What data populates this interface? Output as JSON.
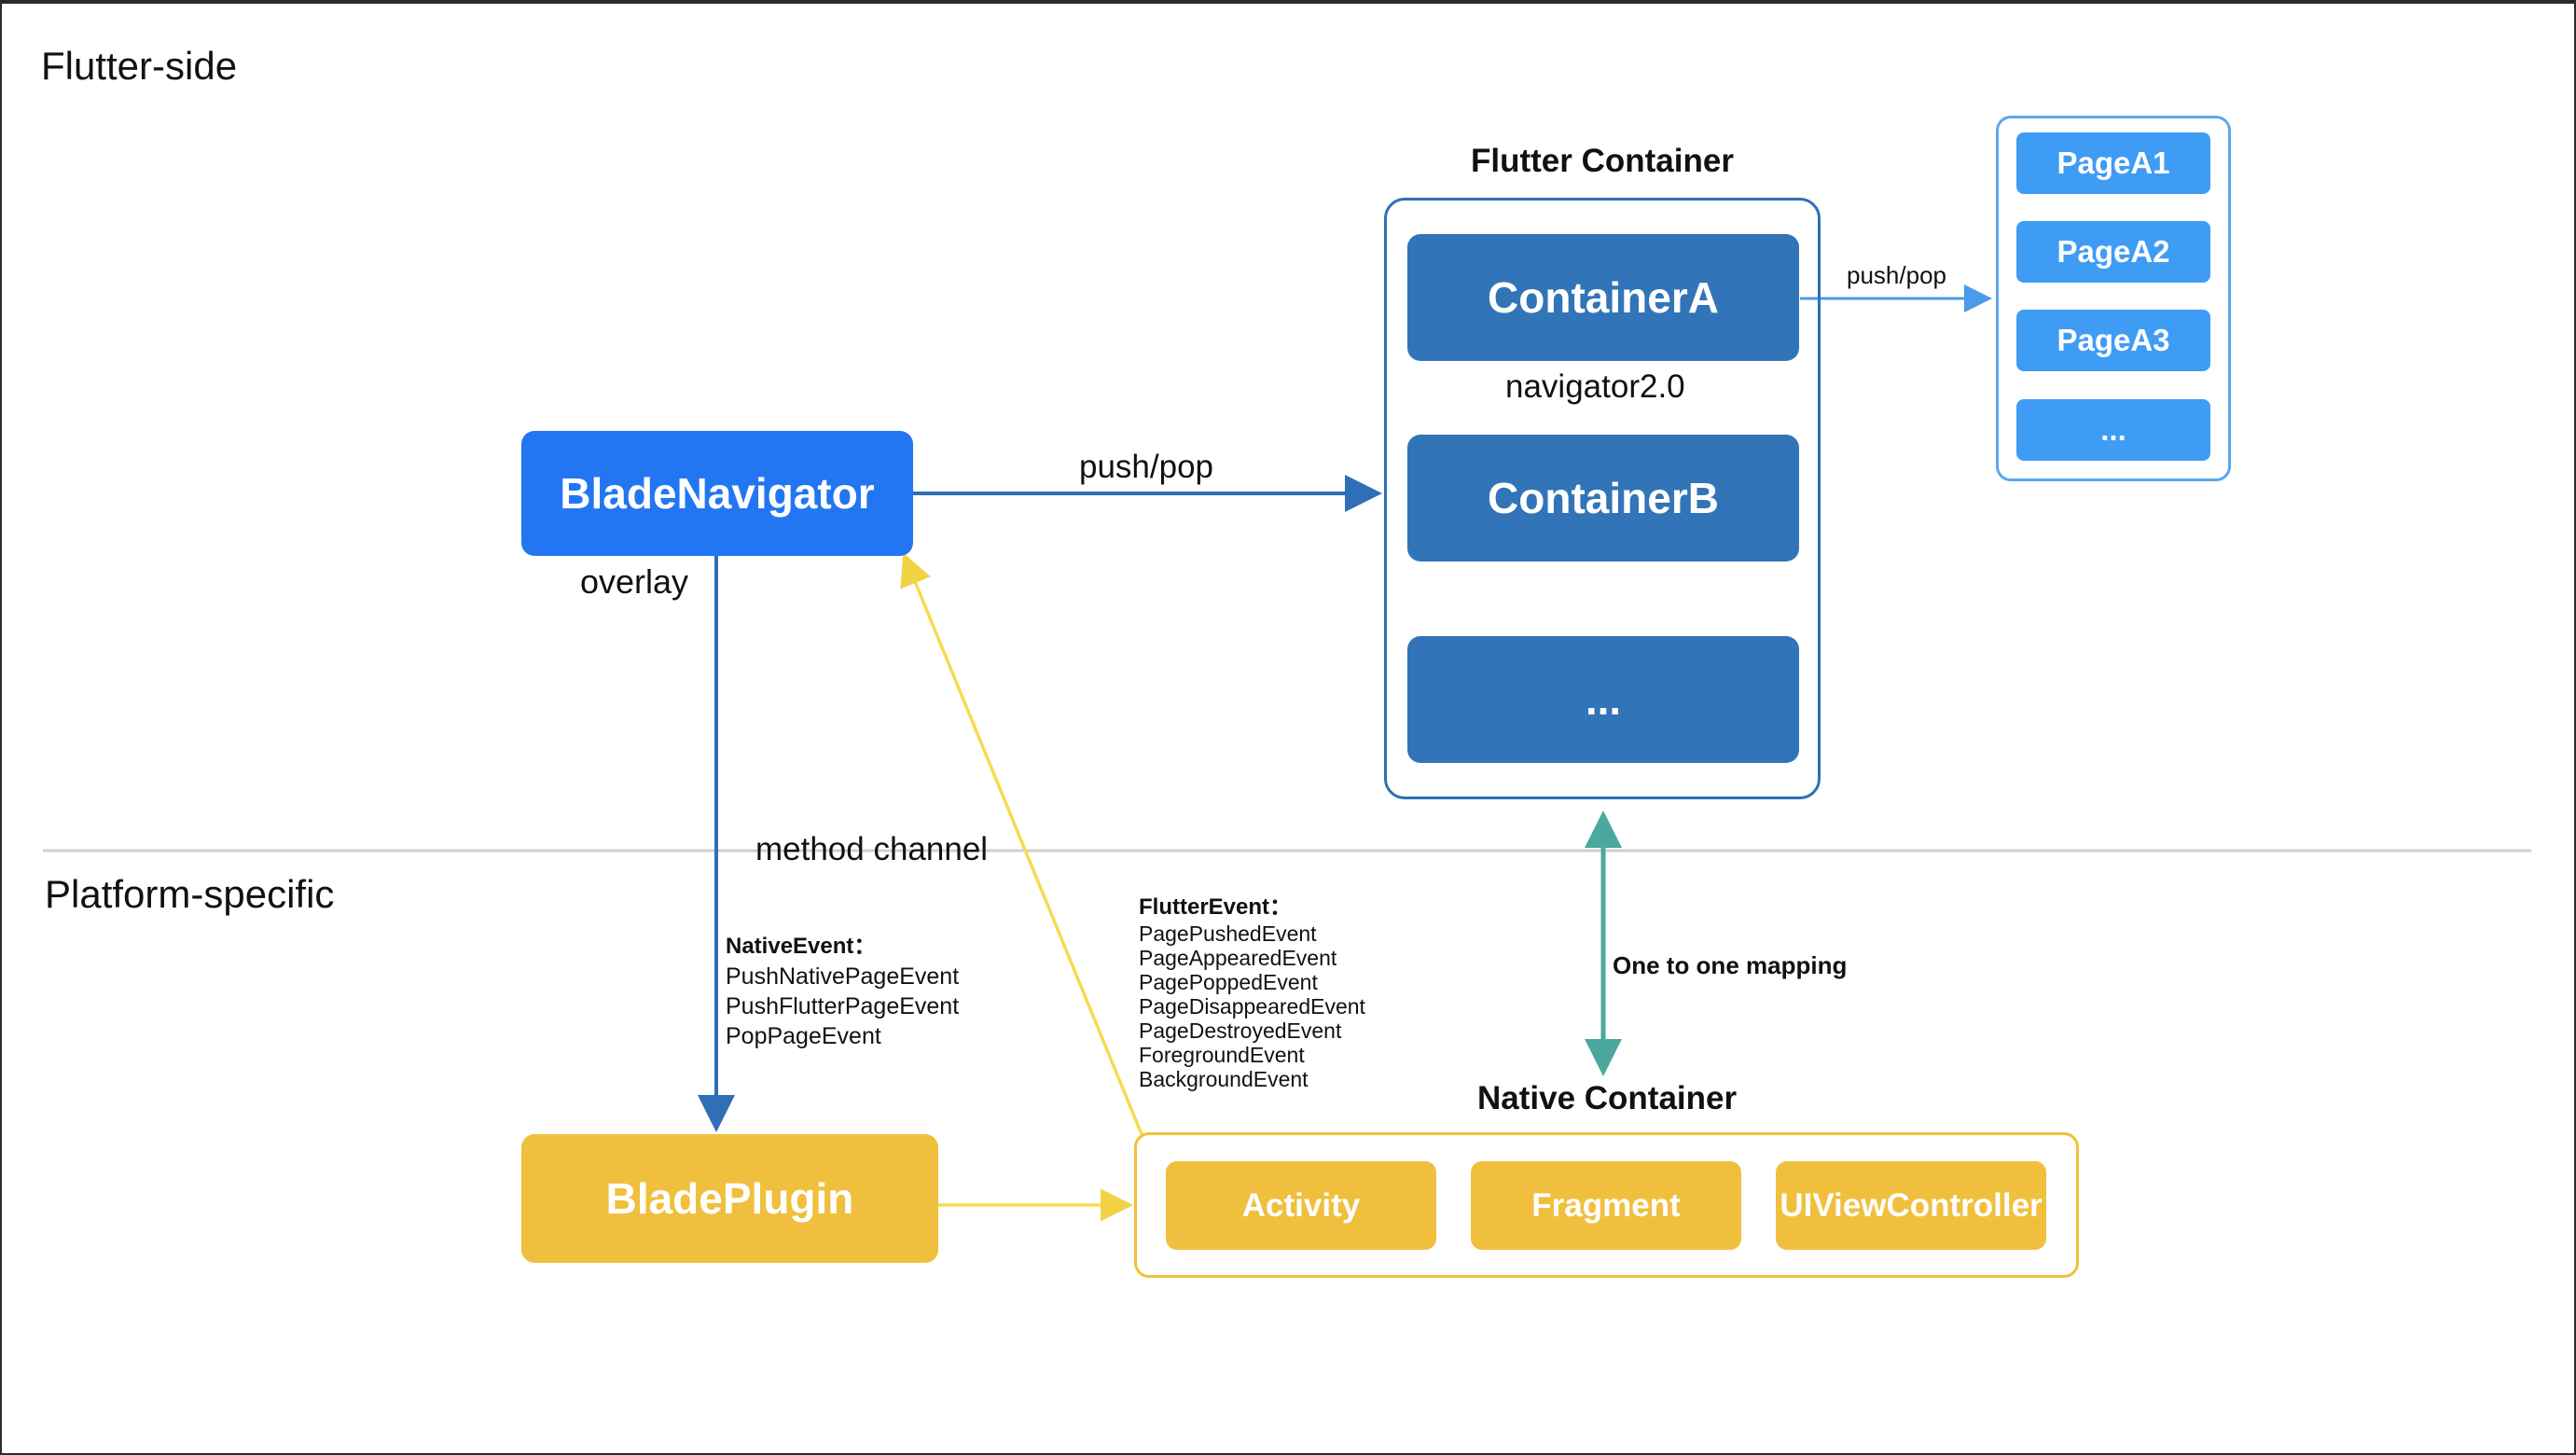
{
  "sections": {
    "flutter_side": "Flutter-side",
    "platform_specific": "Platform-specific"
  },
  "nodes": {
    "blade_navigator": "BladeNavigator",
    "overlay": "overlay",
    "blade_plugin": "BladePlugin",
    "container_a": "ContainerA",
    "navigator_label": "navigator2.0",
    "container_b": "ContainerB",
    "container_more": "...",
    "page_a1": "PageA1",
    "page_a2": "PageA2",
    "page_a3": "PageA3",
    "page_more": "...",
    "activity": "Activity",
    "fragment": "Fragment",
    "uiviewcontroller": "UIViewController"
  },
  "titles": {
    "flutter_container": "Flutter Container",
    "native_container": "Native Container"
  },
  "edges": {
    "push_pop_main": "push/pop",
    "push_pop_pages": "push/pop",
    "method_channel": "method channel",
    "one_to_one": "One to one mapping"
  },
  "native_events": {
    "title": "NativeEvent：",
    "items": [
      "PushNativePageEvent",
      "PushFlutterPageEvent",
      "PopPageEvent"
    ]
  },
  "flutter_events": {
    "title": "FlutterEvent：",
    "items": [
      "PagePushedEvent",
      "PageAppearedEvent",
      "PagePoppedEvent",
      "PageDisappearedEvent",
      "PageDestroyedEvent",
      "ForegroundEvent",
      "BackgroundEvent"
    ]
  },
  "colors": {
    "navigator_blue": "#2276f2",
    "container_blue": "#3274b8",
    "page_blue": "#3f9cf4",
    "frame_blue": "#2f6fb8",
    "frame_light_blue": "#59a9f0",
    "plugin_yellow": "#f0bf3d",
    "frame_yellow": "#f2bf3a",
    "arrow_teal": "#4aa89e",
    "arrow_yellow": "#f6dc4e",
    "divider": "#c8c8c8"
  }
}
